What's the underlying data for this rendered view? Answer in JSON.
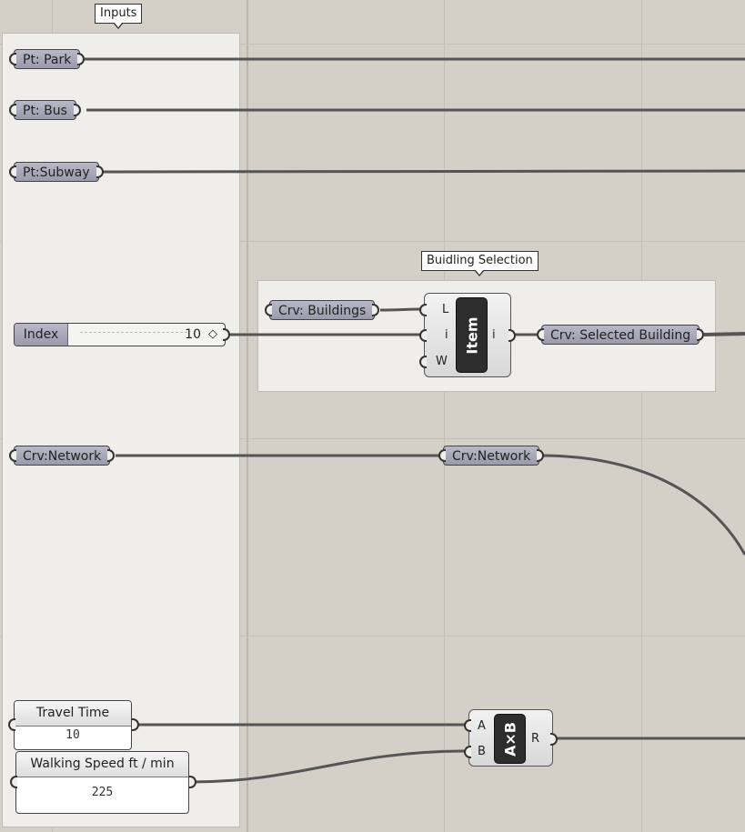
{
  "groups": {
    "inputs_title": "Inputs",
    "building_selection_title": "Buidling Selection"
  },
  "params": {
    "pt_park": "Pt: Park",
    "pt_bus": "Pt: Bus",
    "pt_subway": "Pt:Subway",
    "crv_buildings": "Crv: Buildings",
    "crv_selected_building": "Crv: Selected Building",
    "crv_network_input": "Crv:Network",
    "crv_network_relay": "Crv:Network"
  },
  "slider": {
    "label": "Index",
    "value": "10",
    "knob_glyph": "◇"
  },
  "list_item": {
    "name": "Item",
    "input_l": "L",
    "input_i": "i",
    "input_w": "W",
    "output_i": "i"
  },
  "multiply": {
    "name": "A×B",
    "input_a": "A",
    "input_b": "B",
    "output_r": "R"
  },
  "panels": {
    "travel_time": {
      "title": "Travel Time",
      "value": "10"
    },
    "walking_speed": {
      "title": "Walking Speed ft / min",
      "value": "225"
    }
  },
  "colors": {
    "canvas": "#d4d0c8",
    "group": "#efeeea",
    "param": "#a9a9b9",
    "component_core": "#2d2d2d",
    "wire": "#555555"
  }
}
